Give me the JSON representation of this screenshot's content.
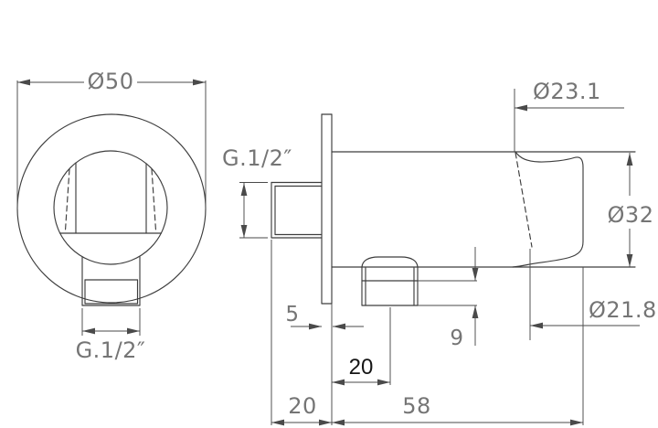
{
  "drawing": {
    "front_view": {
      "diameter_label": "Ø50",
      "thread_label": "G.1/2″"
    },
    "side_view": {
      "thread_label": "G.1/2″",
      "top_diameter_label": "Ø23.1",
      "holder_diameter_label": "Ø32",
      "inner_diameter_label": "Ø21.8",
      "plate_thickness_label": "5",
      "outlet_height_label": "9",
      "outlet_offset_label": "20",
      "wall_clearance_label": "20",
      "body_length_label": "58"
    },
    "colors": {
      "background": "#ffffff",
      "line": "#3d3d3d",
      "dimension_line": "#4a4a4a",
      "dimension_text": "#757575",
      "bold_text": "#161616"
    }
  }
}
